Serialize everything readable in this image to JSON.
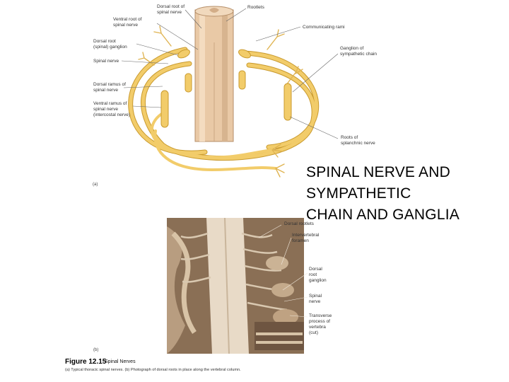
{
  "slide": {
    "title_lines": [
      "SPINAL NERVE AND",
      "SYMPATHETIC",
      "CHAIN AND GANGLIA"
    ]
  },
  "figure": {
    "number_label": "Figure 12.15",
    "subtitle": "Spinal Nerves",
    "caption": "(a) Typical thoracic spinal nerves. (b) Photograph of dorsal roots in place along the vertebral column.",
    "panel_a": "(a)",
    "panel_b": "(b)"
  },
  "diagram_labels": {
    "dorsal_root": [
      "Dorsal root of",
      "spinal nerve"
    ],
    "ventral_root": [
      "Ventral root of",
      "spinal nerve"
    ],
    "rootlets": "Rootlets",
    "communicating_rami": "Communicating rami",
    "dorsal_root_ganglion": [
      "Dorsal root",
      "(spinal) ganglion"
    ],
    "spinal_nerve": "Spinal nerve",
    "ganglion_sympathetic": [
      "Ganglion of",
      "sympathetic chain"
    ],
    "dorsal_ramus": [
      "Dorsal ramus of",
      "spinal nerve"
    ],
    "ventral_ramus": [
      "Ventral ramus of",
      "spinal nerve",
      "(intercostal nerve)"
    ],
    "roots_splanchnic": [
      "Roots of",
      "splanchnic nerve"
    ]
  },
  "photo_labels": {
    "dorsal_rootlets": "Dorsal rootlets",
    "intervertebral_foramen": [
      "Intervertebral",
      "foramen"
    ],
    "dorsal_root_ganglion": [
      "Dorsal",
      "root",
      "ganglion"
    ],
    "spinal_nerve": [
      "Spinal",
      "nerve"
    ],
    "transverse_process": [
      "Transverse",
      "process of",
      "vertebra",
      "(cut)"
    ]
  },
  "colors": {
    "nerve": "#f2cc6a",
    "nerve_outline": "#c99a2e",
    "cord": "#e9c9a6",
    "photo_bg": "#8a6f55"
  }
}
